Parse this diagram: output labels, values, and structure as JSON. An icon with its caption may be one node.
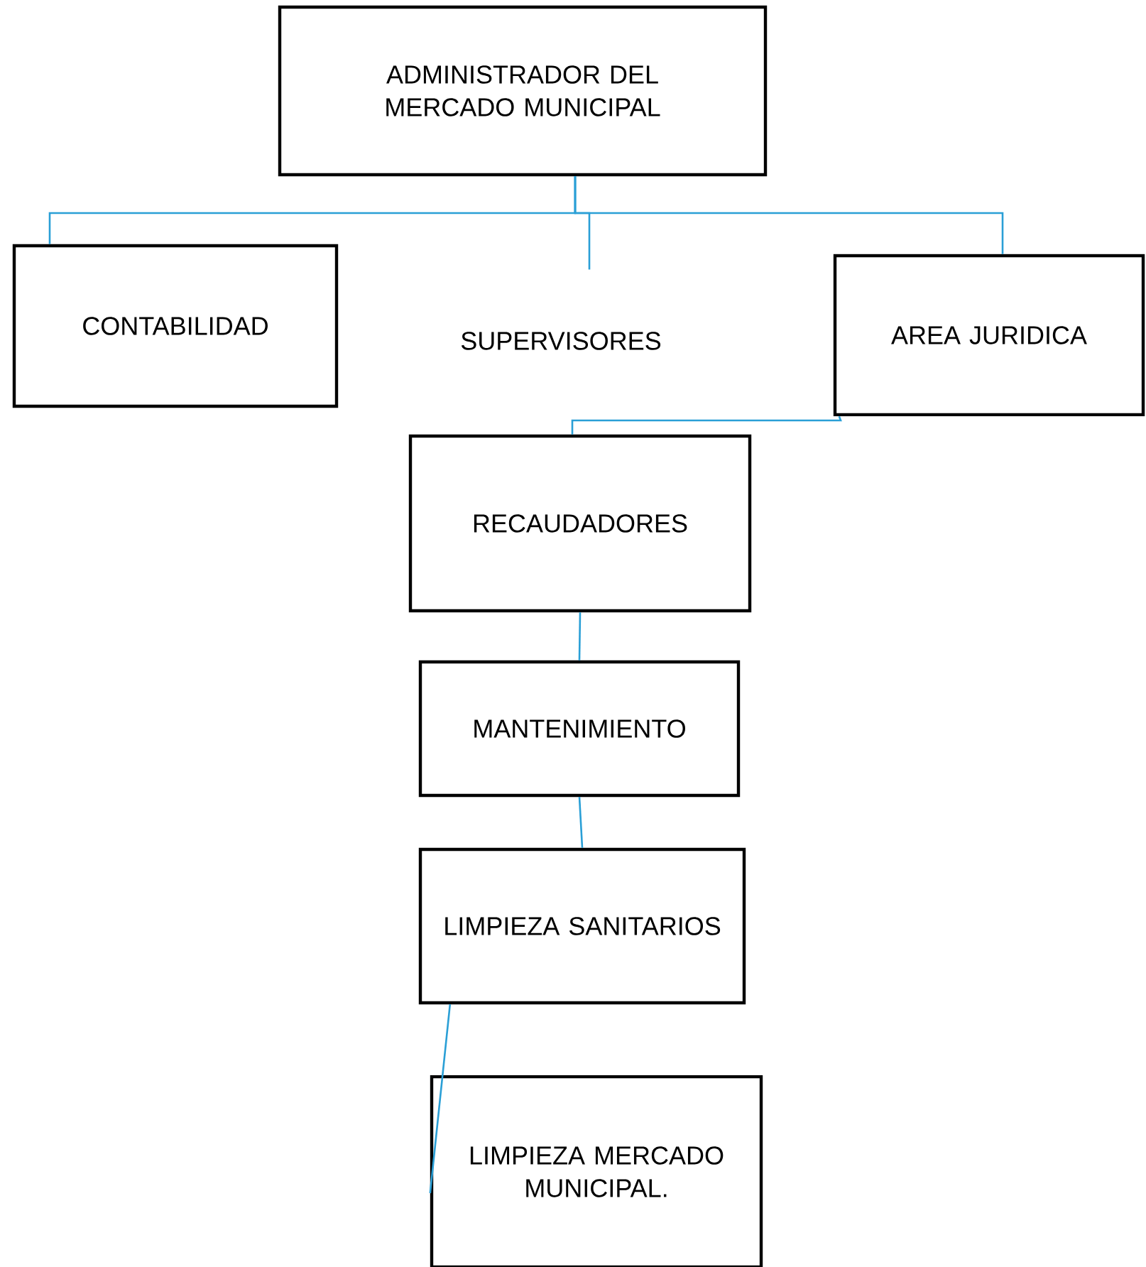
{
  "diagram": {
    "nodes": [
      {
        "text": [
          "ADMINISTRADOR DEL MERCADO MUNICIPAL"
        ]
      },
      {
        "text": [
          "CONTABILIDAD"
        ]
      },
      {
        "text": [
          "SUPERVISORES"
        ]
      },
      {
        "text": [
          "AREA JURIDICA"
        ]
      },
      {
        "text": [
          "RECAUDADORES"
        ]
      },
      {
        "text": [
          "MANTENIMIENTO"
        ]
      },
      {
        "text": [
          "LIMPIEZA SANITARIOS"
        ]
      },
      {
        "text": [
          "LIMPIEZA MERCADO MUNICIPAL."
        ]
      }
    ],
    "edges": [
      {
        "from": 0,
        "to": 1,
        "arrow": "none"
      },
      {
        "from": 0,
        "to": 2,
        "arrow": "none"
      },
      {
        "from": 0,
        "to": 3,
        "arrow": "none"
      },
      {
        "from": 3,
        "to": 4,
        "arrow": "none"
      },
      {
        "from": 4,
        "to": 5,
        "arrow": "none"
      },
      {
        "from": 5,
        "to": 6,
        "arrow": "none"
      },
      {
        "from": 6,
        "to": 7,
        "arrow": "none"
      }
    ]
  }
}
